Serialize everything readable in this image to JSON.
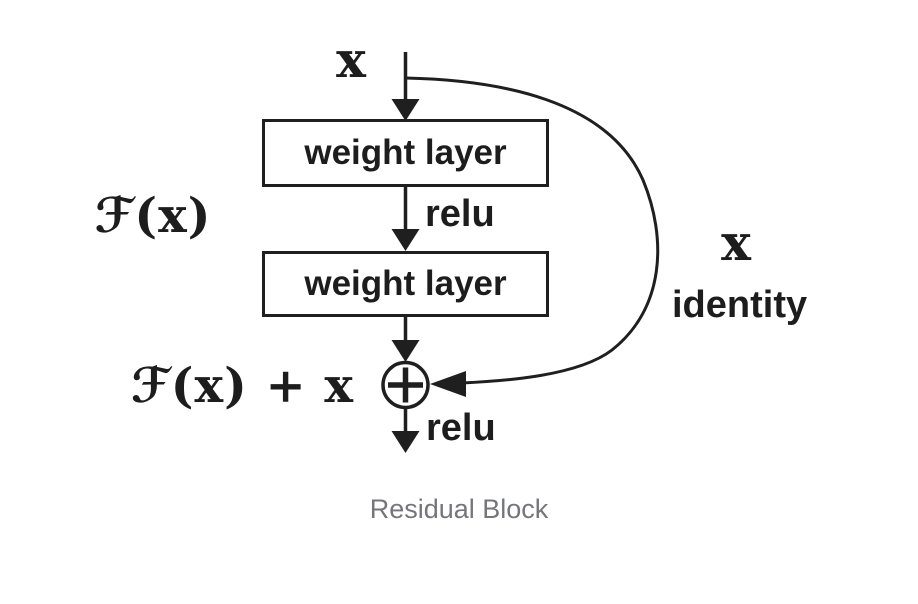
{
  "colors": {
    "stroke": "#1f1f1f",
    "text": "#1d1d1d",
    "caption": "#75767a",
    "background": "#ffffff"
  },
  "diagram": {
    "input_label": "x",
    "weight_layer_1": "weight layer",
    "relu_mid": "relu",
    "weight_layer_2": "weight layer",
    "residual_function_label": "ℱ(x)",
    "output_label": "ℱ(x) + x",
    "relu_out": "relu",
    "skip_var_label": "x",
    "skip_name_label": "identity",
    "plus_operator": "+",
    "caption": "Residual Block"
  }
}
